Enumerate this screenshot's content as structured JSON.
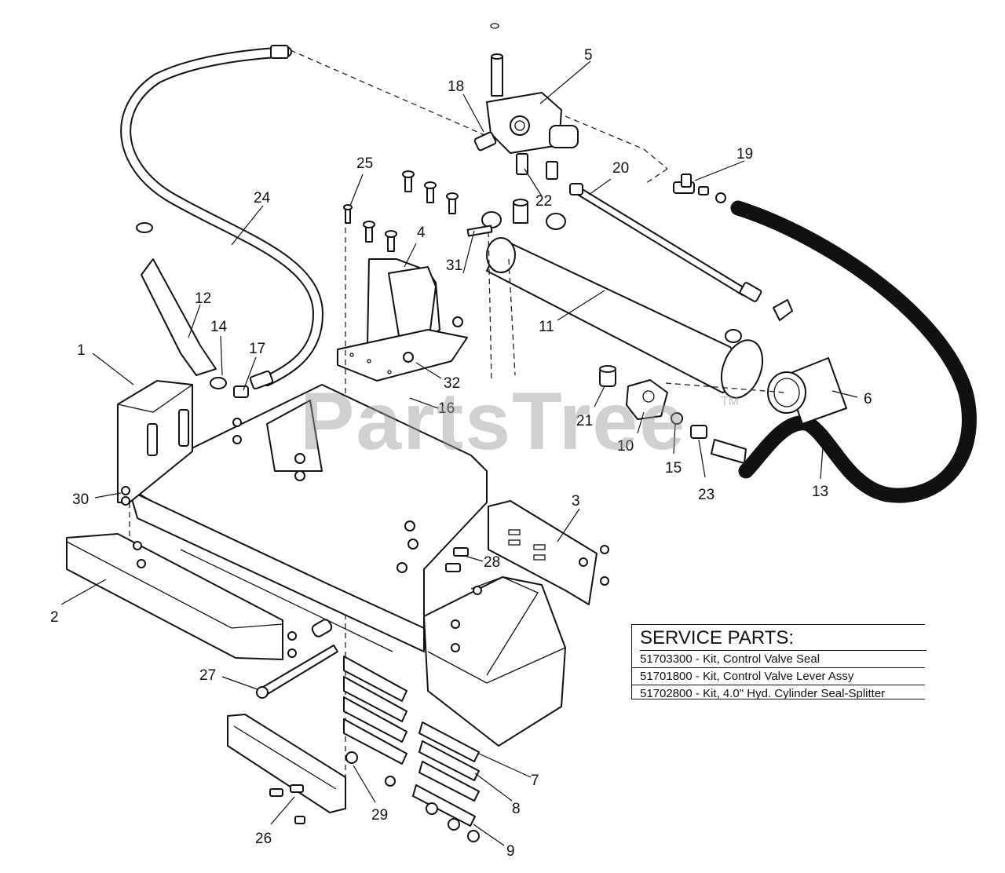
{
  "callouts": [
    {
      "id": "1",
      "text": "1"
    },
    {
      "id": "2",
      "text": "2"
    },
    {
      "id": "3",
      "text": "3"
    },
    {
      "id": "4",
      "text": "4"
    },
    {
      "id": "5",
      "text": "5"
    },
    {
      "id": "6",
      "text": "6"
    },
    {
      "id": "7",
      "text": "7"
    },
    {
      "id": "8",
      "text": "8"
    },
    {
      "id": "9",
      "text": "9"
    },
    {
      "id": "10",
      "text": "10"
    },
    {
      "id": "11",
      "text": "11"
    },
    {
      "id": "12",
      "text": "12"
    },
    {
      "id": "13",
      "text": "13"
    },
    {
      "id": "14",
      "text": "14"
    },
    {
      "id": "15",
      "text": "15"
    },
    {
      "id": "16",
      "text": "16"
    },
    {
      "id": "17",
      "text": "17"
    },
    {
      "id": "18",
      "text": "18"
    },
    {
      "id": "19",
      "text": "19"
    },
    {
      "id": "20",
      "text": "20"
    },
    {
      "id": "21",
      "text": "21"
    },
    {
      "id": "22",
      "text": "22"
    },
    {
      "id": "23",
      "text": "23"
    },
    {
      "id": "24",
      "text": "24"
    },
    {
      "id": "25",
      "text": "25"
    },
    {
      "id": "26",
      "text": "26"
    },
    {
      "id": "27",
      "text": "27"
    },
    {
      "id": "28",
      "text": "28"
    },
    {
      "id": "29",
      "text": "29"
    },
    {
      "id": "30",
      "text": "30"
    },
    {
      "id": "31",
      "text": "31"
    },
    {
      "id": "32",
      "text": "32"
    }
  ],
  "watermark": {
    "text": "PartsTree",
    "tm": "TM"
  },
  "service_parts": {
    "title": "SERVICE PARTS:",
    "lines": [
      "51703300 - Kit, Control Valve Seal",
      "51701800 - Kit, Control Valve Lever Assy",
      "51702800 - Kit, 4.0\" Hyd. Cylinder Seal-Splitter"
    ]
  }
}
